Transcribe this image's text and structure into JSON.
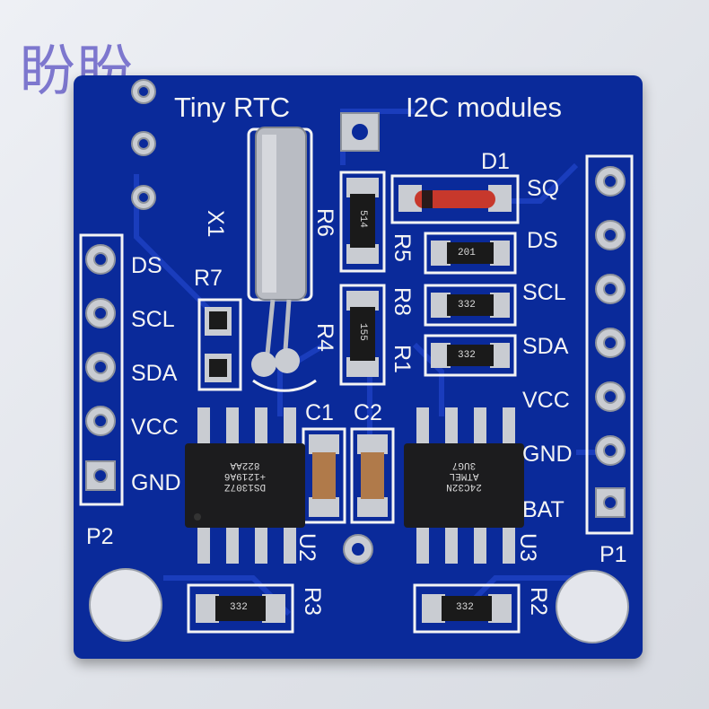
{
  "watermark": "盼盼",
  "title": {
    "left": "Tiny RTC",
    "right": "I2C modules"
  },
  "header_p1": {
    "label": "P1",
    "pins": [
      "SQ",
      "DS",
      "SCL",
      "SDA",
      "VCC",
      "GND",
      "BAT"
    ]
  },
  "header_p2": {
    "label": "P2",
    "pins": [
      "DS",
      "SCL",
      "SDA",
      "VCC",
      "GND"
    ]
  },
  "refdes": {
    "d1": "D1",
    "x1": "X1",
    "r1": "R1",
    "r2": "R2",
    "r3": "R3",
    "r4": "R4",
    "r5": "R5",
    "r6": "R6",
    "r7": "R7",
    "r8": "R8",
    "c1": "C1",
    "c2": "C2",
    "u2": "U2",
    "u3": "U3"
  },
  "resistor_codes": {
    "r6": "514",
    "r5": "201",
    "r4": "155",
    "r8": "332",
    "r1": "332",
    "r3": "332",
    "r2": "332"
  },
  "chip_markings": {
    "u2": [
      "DS1307Z",
      "+1219A6",
      "822AA"
    ],
    "u3": [
      "24C32N",
      "ATMEL",
      "3UG7"
    ]
  },
  "colors": {
    "pcb": "#0a2a9a",
    "silkscreen": "#f4f4f4",
    "pad": "#c9ccd2",
    "trace": "#1c3fc0"
  }
}
